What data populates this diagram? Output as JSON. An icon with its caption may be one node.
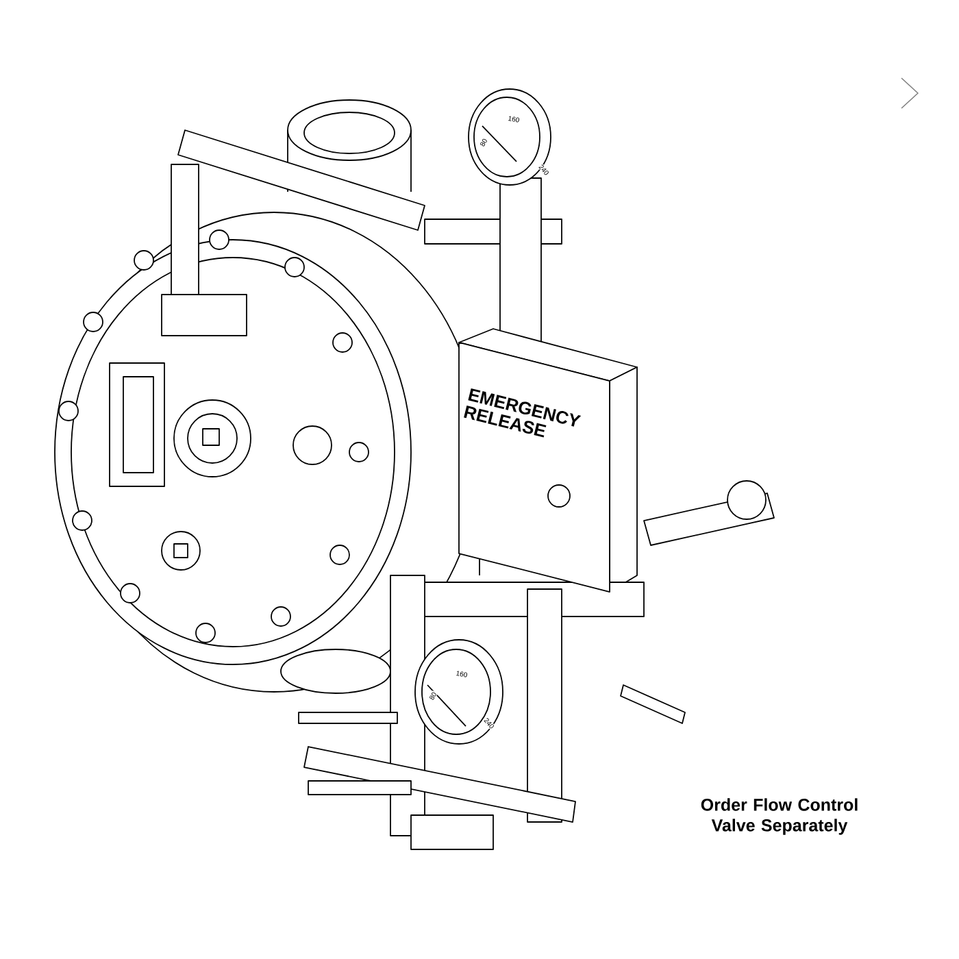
{
  "diagram": {
    "nodes": [
      {
        "text": [
          "EMERGENCY RELEASE"
        ]
      }
    ],
    "labels": [
      "80",
      "160",
      "240",
      "80",
      "160",
      "240",
      "Order Flow Control Valve Separately"
    ]
  }
}
